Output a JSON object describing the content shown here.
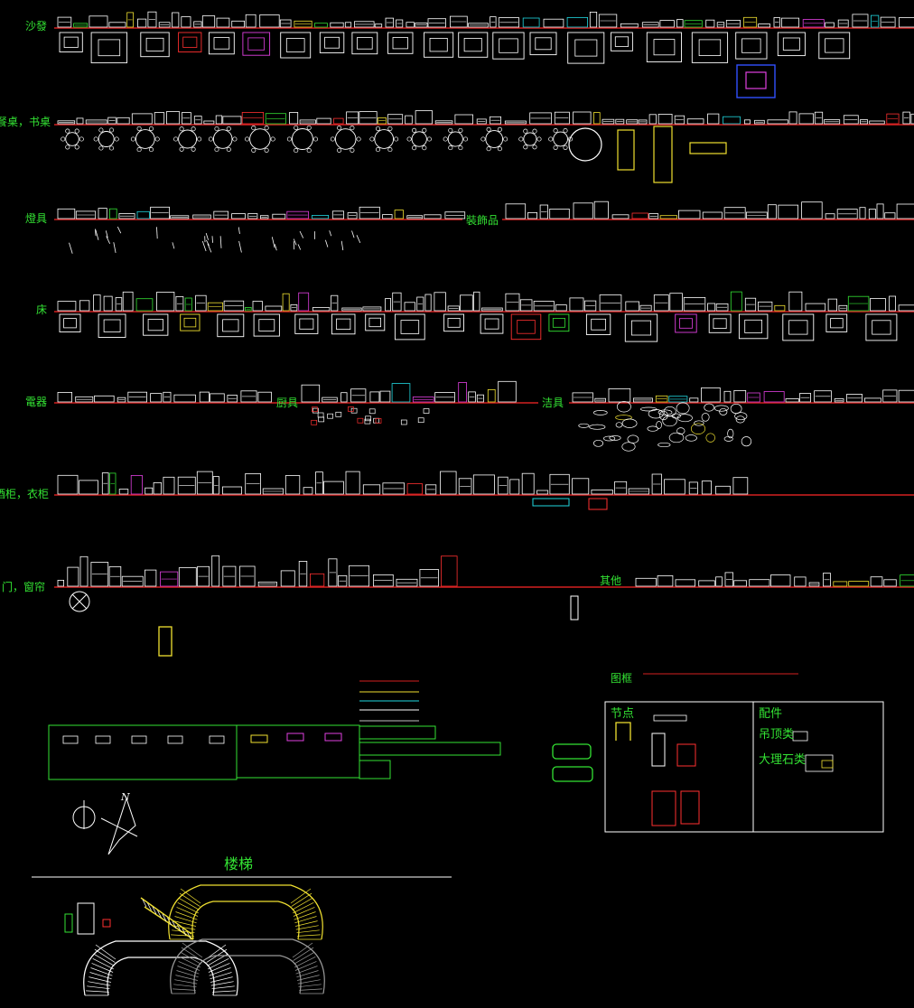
{
  "drawing": {
    "background": "#000000",
    "colors": {
      "rule": "#d42020",
      "label": "#33e233",
      "line": "#ffffff",
      "accent_yellow": "#f0e030",
      "accent_red": "#ff3030",
      "accent_green": "#33e233",
      "accent_cyan": "#20d8e0",
      "accent_magenta": "#e040e0",
      "accent_blue": "#3050ff",
      "accent_gray": "#9a9a9a"
    },
    "category_labels": {
      "sofa": "沙發",
      "dining_desk": "餐桌，书桌",
      "lamps": "燈具",
      "decor": "裝飾品",
      "bed": "床",
      "appliances": "電器",
      "kitchen": "厨具",
      "sanitary": "洁具",
      "cabinet": "酒柜，衣柜",
      "door_window": "门，窗帘",
      "other": "其他",
      "frame": "图框",
      "stairs": "楼梯"
    },
    "panel": {
      "node": "节点",
      "fittings": "配件",
      "ceiling": "吊顶类",
      "marble": "大理石类"
    },
    "north_mark": "N"
  }
}
